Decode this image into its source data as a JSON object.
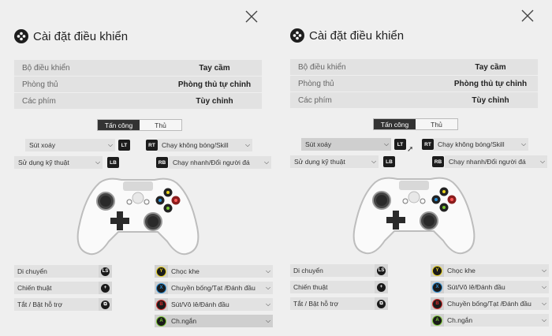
{
  "panels": [
    {
      "title": "Cài đặt điều khiển",
      "info": [
        {
          "label": "Bộ điều khiển",
          "value": "Tay cầm"
        },
        {
          "label": "Phòng thủ",
          "value": "Phòng thủ tự chỉnh"
        },
        {
          "label": "Các phím",
          "value": "Tùy chỉnh"
        }
      ],
      "tabs": [
        {
          "label": "Tấn công",
          "active": true
        },
        {
          "label": "Thủ",
          "active": false
        }
      ],
      "triggers": {
        "lt": {
          "label": "Sút xoáy",
          "button": "LT",
          "hover": false
        },
        "rt": {
          "label": "Chạy không bóng/Skill",
          "button": "RT"
        },
        "lb": {
          "label": "Sử dụng kỹ thuật",
          "button": "LB"
        },
        "rb": {
          "label": "Chạy nhanh/Đổi người đá",
          "button": "RB"
        }
      },
      "left_controls": [
        {
          "label": "Di chuyển",
          "icon": "LS"
        },
        {
          "label": "Chiến thuật",
          "icon": "+"
        },
        {
          "label": "Tắt / Bật hỗ trợ",
          "icon": "⧉"
        }
      ],
      "face_buttons": [
        {
          "button": "Y",
          "label": "Chọc khe",
          "color": "#e8d21d",
          "highlight": false
        },
        {
          "button": "X",
          "label": "Chuyền bống/Tạt /Đánh đầu",
          "color": "#2a8fd8",
          "highlight": false
        },
        {
          "button": "B",
          "label": "Sút/Vô lê/Đánh đầu",
          "color": "#d32a2a",
          "highlight": false
        },
        {
          "button": "A",
          "label": "Ch.ngắn",
          "color": "#7ac732",
          "highlight": true
        }
      ]
    },
    {
      "title": "Cài đặt điều khiển",
      "info": [
        {
          "label": "Bộ điều khiển",
          "value": "Tay cầm"
        },
        {
          "label": "Phòng thủ",
          "value": "Phòng thủ tự chỉnh"
        },
        {
          "label": "Các phím",
          "value": "Tùy chỉnh"
        }
      ],
      "tabs": [
        {
          "label": "Tấn công",
          "active": true
        },
        {
          "label": "Thủ",
          "active": false
        }
      ],
      "triggers": {
        "lt": {
          "label": "Sút xoáy",
          "button": "LT",
          "hover": true
        },
        "rt": {
          "label": "Chạy không bóng/Skill",
          "button": "RT"
        },
        "lb": {
          "label": "Sử dụng kỹ thuật",
          "button": "LB"
        },
        "rb": {
          "label": "Chạy nhanh/Đổi người đá",
          "button": "RB"
        }
      },
      "left_controls": [
        {
          "label": "Di chuyển",
          "icon": "LS"
        },
        {
          "label": "Chiến thuật",
          "icon": "+"
        },
        {
          "label": "Tắt / Bật hỗ trợ",
          "icon": "⧉"
        }
      ],
      "face_buttons": [
        {
          "button": "Y",
          "label": "Chọc khe",
          "color": "#e8d21d",
          "highlight": false
        },
        {
          "button": "X",
          "label": "Sút/Vô lê/Đánh đầu",
          "color": "#2a8fd8",
          "highlight": false
        },
        {
          "button": "B",
          "label": "Chuyền bống/Tạt /Đánh đầu",
          "color": "#d32a2a",
          "highlight": false
        },
        {
          "button": "A",
          "label": "Ch.ngắn",
          "color": "#7ac732",
          "highlight": false
        }
      ]
    }
  ]
}
